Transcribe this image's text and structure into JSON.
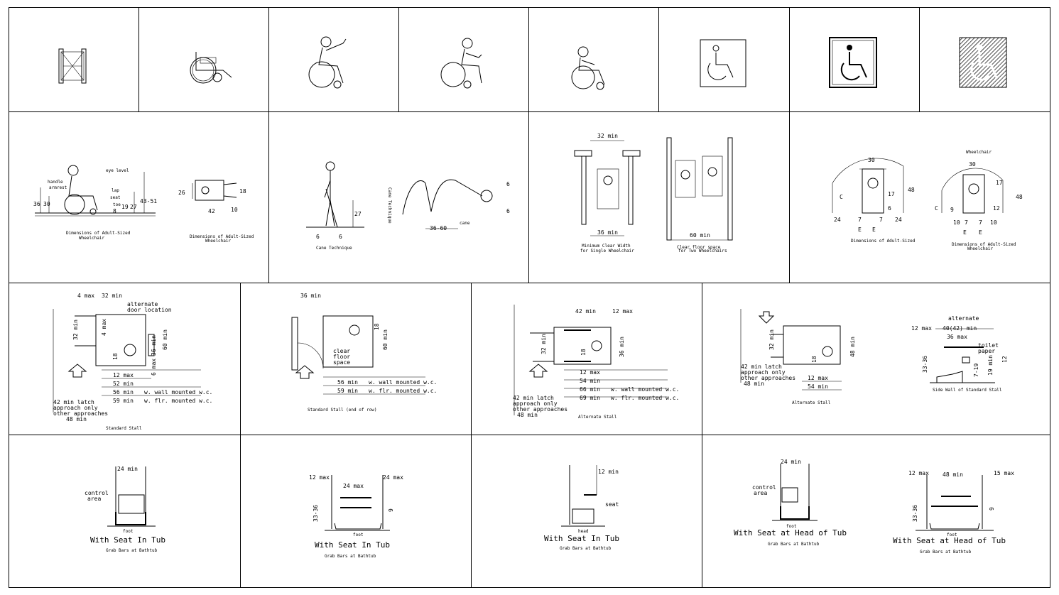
{
  "row2": {
    "adult_side": {
      "dims": [
        "36",
        "30",
        "27",
        "19",
        "8",
        "43-51",
        "eye level",
        "handle",
        "armrest",
        "lap",
        "seat",
        "toe"
      ],
      "caption1": "Dimensions of Adult-Sized",
      "caption2": "Wheelchair"
    },
    "adult_top": {
      "dims": [
        "26",
        "18",
        "10",
        "42"
      ],
      "caption1": "Dimensions of Adult-Sized",
      "caption2": "Wheelchair"
    },
    "cane": {
      "dims": [
        "27",
        "6",
        "6",
        "36-60",
        "6",
        "6",
        "Cane Technique",
        "cane"
      ],
      "caption": "Cane Technique"
    },
    "single_width": {
      "top": "32 min",
      "bottom": "36 min",
      "caption1": "Minimum Clear Width",
      "caption2": "for Single Wheelchair"
    },
    "two_width": {
      "bottom": "60 min",
      "caption1": "Clear floor space",
      "caption2": "for Two Wheelchairs"
    },
    "adult_front": {
      "top": "30",
      "dims": [
        "48",
        "17",
        "6",
        "24",
        "7",
        "7",
        "24",
        "C",
        "E",
        "E"
      ],
      "caption": "Dimensions of Adult-Sized"
    },
    "adult_front2": {
      "title": "Wheelchair",
      "top": "30",
      "dims": [
        "48",
        "12",
        "9",
        "10",
        "7",
        "7",
        "10",
        "17",
        "C",
        "E",
        "E"
      ],
      "caption1": "Dimensions of Adult-Sized",
      "caption2": "Wheelchair"
    }
  },
  "row3": {
    "standard_stall": {
      "dims": [
        "4 max",
        "32 min",
        "alternate",
        "door location",
        "32 min",
        "4 max",
        "60 min",
        "36 min",
        "18",
        "6 max",
        "12 max",
        "52 min",
        "56 min",
        "59 min",
        "w. wall mounted w.c.",
        "w. flr. mounted w.c.",
        "42 min latch",
        "approach only",
        "other approaches",
        "48 min"
      ],
      "caption": "Standard Stall"
    },
    "standard_end": {
      "dims": [
        "36 min",
        "18",
        "60 min",
        "clear",
        "floor",
        "space",
        "56 min",
        "59 min",
        "w. wall mounted w.c.",
        "w. flr. mounted w.c."
      ],
      "caption": "Standard Stall (end of row)"
    },
    "alternate_stall": {
      "dims": [
        "42 min",
        "12 max",
        "32 min",
        "36 min",
        "18",
        "12 max",
        "54 min",
        "66 min",
        "69 min",
        "w. wall mounted w.c.",
        "w. flr. mounted w.c.",
        "42 min latch",
        "approach only",
        "other approaches",
        "48 min"
      ],
      "caption": "Alternate Stall"
    },
    "alternate_stall2": {
      "dims": [
        "32 min",
        "48 min",
        "18",
        "12 max",
        "54 min",
        "42 min latch",
        "approach only",
        "other approaches",
        "48 min"
      ],
      "caption": "Alternate Stall"
    },
    "side_wall": {
      "dims": [
        "alternate",
        "12 max",
        "40(42) min",
        "36 max",
        "toilet",
        "paper",
        "33-36",
        "7-19",
        "19 min",
        "12"
      ],
      "caption": "Side Wall of Standard Stall"
    }
  },
  "row4": [
    {
      "top": "24 min",
      "dims": [
        "control",
        "area",
        "foot"
      ],
      "title": "With Seat In Tub",
      "caption": "Grab Bars at Bathtub"
    },
    {
      "top": "24 max",
      "dims": [
        "12 max",
        "24 max",
        "33-36",
        "9",
        "foot"
      ],
      "title": "With Seat In Tub",
      "caption": "Grab Bars at Bathtub"
    },
    {
      "top": "12 min",
      "dims": [
        "seat",
        "head"
      ],
      "title": "With Seat In Tub",
      "caption": "Grab Bars at Bathtub"
    },
    {
      "top": "24 min",
      "dims": [
        "control",
        "area",
        "foot"
      ],
      "title": "With Seat at Head of Tub",
      "caption": "Grab Bars at Bathtub"
    },
    {
      "top": "48 min",
      "dims": [
        "12 max",
        "15 max",
        "33-36",
        "9",
        "foot"
      ],
      "title": "With Seat at Head of Tub",
      "caption": "Grab Bars at Bathtub"
    }
  ]
}
